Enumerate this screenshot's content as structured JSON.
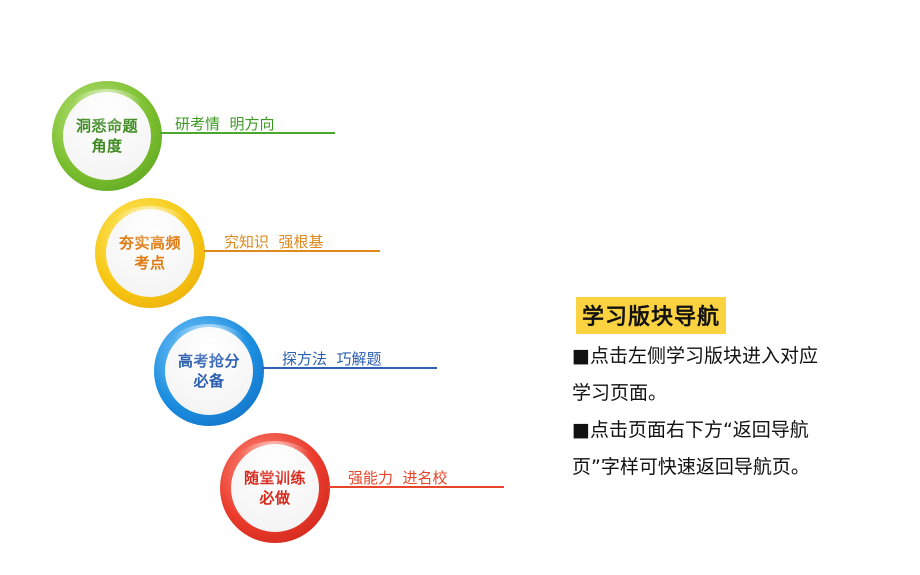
{
  "nav": [
    {
      "title": "洞悉命题\n角度",
      "subtitle": "研考情  明方向",
      "color": "#4aa82c",
      "ring": "#8cc63f",
      "face": "#ffffff",
      "text_color": "#3d8a1f"
    },
    {
      "title": "夯实高频\n考点",
      "subtitle": "究知识  强根基",
      "color": "#e08a1e",
      "ring": "#f5c518",
      "face": "#ffffff",
      "text_color": "#e07a10"
    },
    {
      "title": "高考抢分\n必备",
      "subtitle": "探方法  巧解题",
      "color": "#2b62b8",
      "ring": "#1e88d8",
      "face": "#ffffff",
      "text_color": "#2b5fb0"
    },
    {
      "title": "随堂训练\n必做",
      "subtitle": "强能力  进名校",
      "color": "#e8462a",
      "ring": "#e8302a",
      "face": "#ffffff",
      "text_color": "#d8281c"
    }
  ],
  "panel": {
    "title": "学习版块导航",
    "lines": [
      "■点击左侧学习版块进入对应",
      "学习页面。",
      "■点击页面右下方“返回导航",
      "页”字样可快速返回导航页。"
    ]
  }
}
